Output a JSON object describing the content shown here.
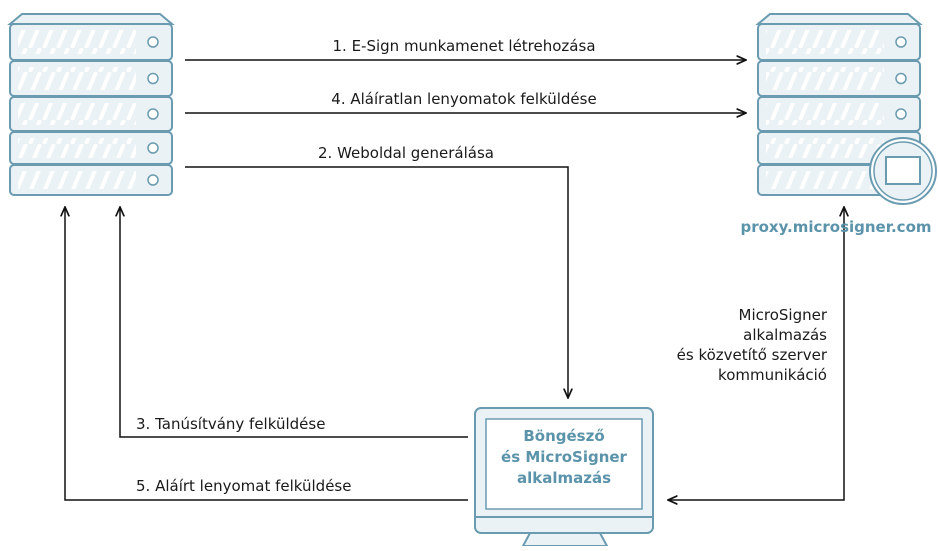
{
  "colors": {
    "server_fill": "#eaf2f5",
    "server_stroke": "#6a9bb0",
    "arrow": "#111111",
    "accent_text": "#5b93aa"
  },
  "labels": {
    "create_session": "1. E-Sign munkamenet létrehozása",
    "upload_unsigned": "4. Aláíratlan lenyomatok felküldése",
    "generate_page": "2. Weboldal generálása",
    "upload_certificate": "3. Tanúsítvány felküldése",
    "upload_signed": "5. Aláírt lenyomat felküldése",
    "proxy_host": "proxy.microsigner.com",
    "comm_line1": "MicroSigner",
    "comm_line2": "alkalmazás",
    "comm_line3": "és közvetítő szerver",
    "comm_line4": "kommunikáció",
    "browser_line1": "Böngésző",
    "browser_line2": "és MicroSigner",
    "browser_line3": "alkalmazás"
  },
  "icons": [
    "server-left-icon",
    "server-right-icon",
    "globe-icon",
    "monitor-icon"
  ]
}
